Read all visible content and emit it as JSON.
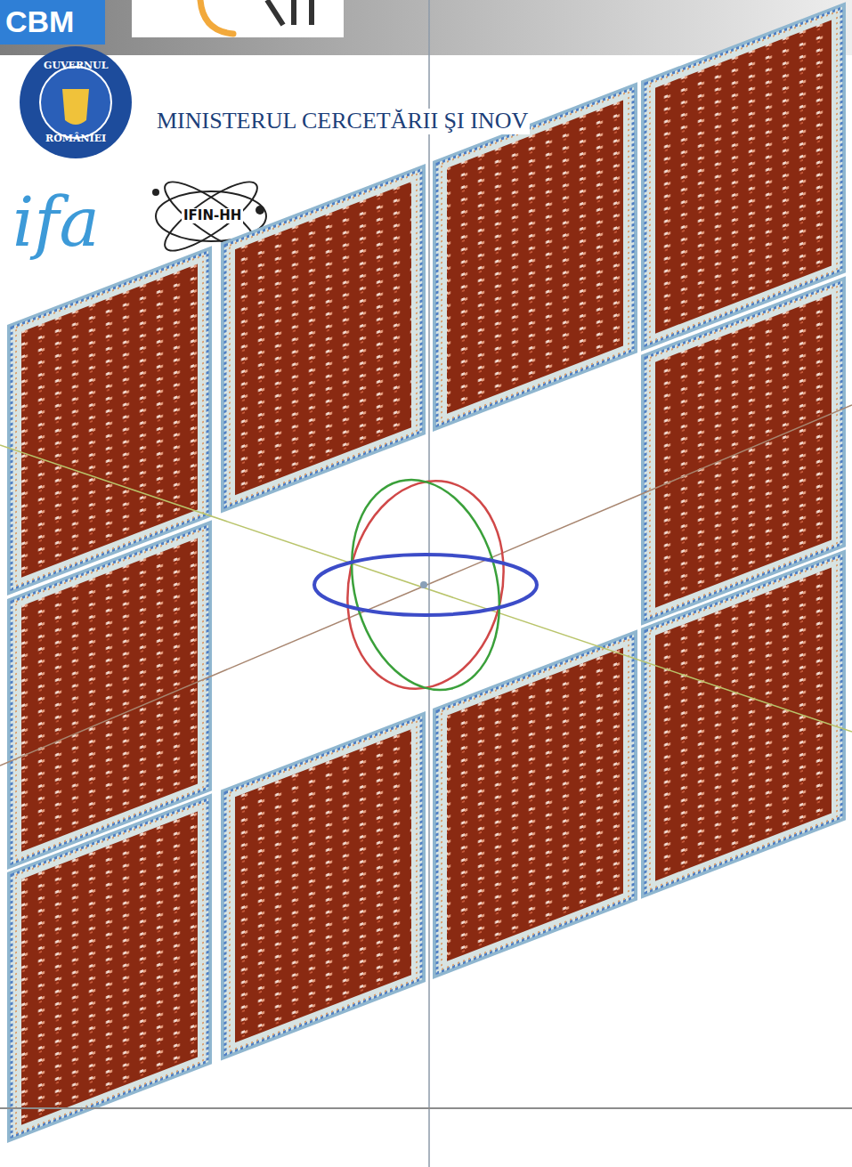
{
  "diagram": {
    "labels": [
      "CBM",
      "GUVERNUL",
      "ROMÂNIEI",
      "MINISTERUL CERCETĂRII ŞI INOV",
      "ifa",
      "IFIN-HH"
    ]
  }
}
